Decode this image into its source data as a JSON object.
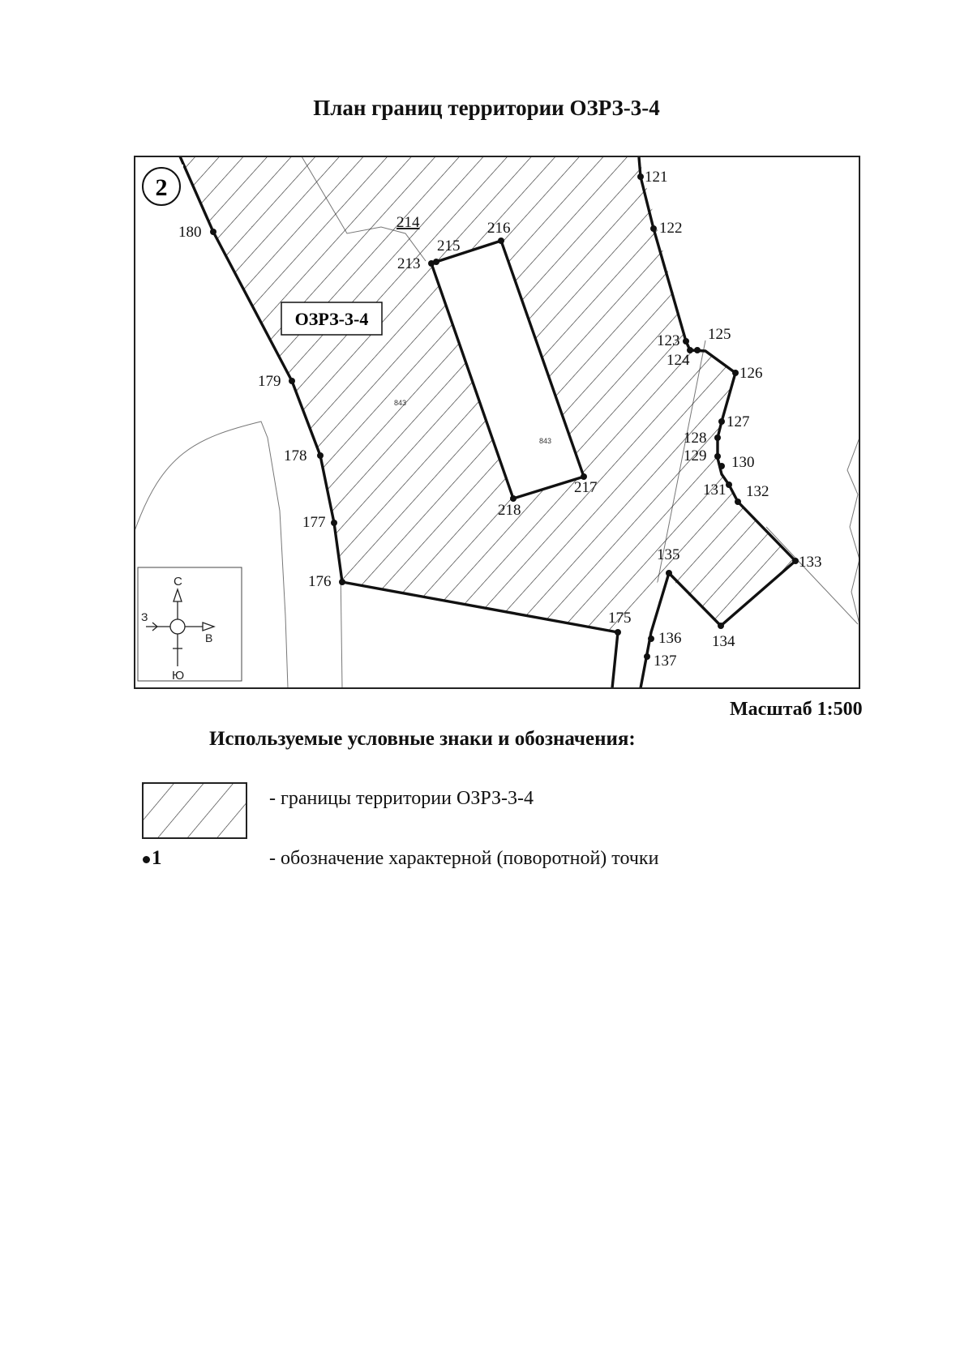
{
  "title": "План границ территории ОЗРЗ-3-4",
  "map": {
    "sheet_number": "2",
    "zone_label": "ОЗРЗ-3-4",
    "parcel_ref": "843",
    "compass": {
      "north": "С",
      "south": "Ю",
      "west": "З",
      "east": "В"
    },
    "points": [
      "121",
      "122",
      "123",
      "124",
      "125",
      "126",
      "127",
      "128",
      "129",
      "130",
      "131",
      "132",
      "133",
      "134",
      "135",
      "136",
      "137",
      "175",
      "176",
      "177",
      "178",
      "179",
      "180",
      "213",
      "214",
      "215",
      "216",
      "217",
      "218"
    ]
  },
  "scale": "Масштаб 1:500",
  "legend": {
    "title": "Используемые условные знаки и обозначения:",
    "items": [
      {
        "symbol": "hatch",
        "text": "- границы территории ОЗРЗ-3-4"
      },
      {
        "symbol": "point",
        "symbol_text": "1",
        "text": "- обозначение характерной (поворотной) точки"
      }
    ]
  },
  "colors": {
    "ink": "#111111",
    "thin_line": "#777777",
    "paper": "#ffffff"
  }
}
